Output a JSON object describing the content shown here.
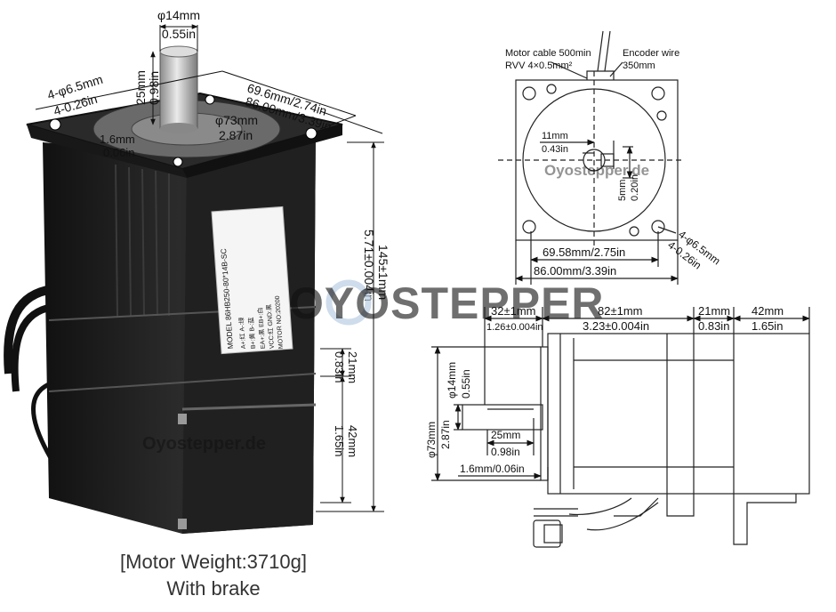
{
  "photo": {
    "shaft_dia": "φ14mm",
    "shaft_dia_in": "0.55in",
    "shaft_len": "25mm",
    "shaft_len_in": "0.98in",
    "hole": "4-φ6.5mm",
    "hole_in": "4-0.26in",
    "bolt_circle": "69.6mm/2.74in",
    "flange": "86.00mm/3.39in",
    "boss_dia": "φ73mm",
    "boss_dia_in": "2.87in",
    "boss_h": "1.6mm",
    "boss_h_in": "0.06in",
    "total_len": "145±1mm",
    "total_len_in": "5.71±0.004in",
    "brake_len": "21mm",
    "brake_len_in": "0.83in",
    "encoder_len": "42mm",
    "encoder_len_in": "1.65in",
    "label_model": "MODEL 86HB250-80*14B-SC",
    "label_lines": [
      "A+:红 A-:绿",
      "B+:黄 B-:蓝",
      "EA+:黑 EB+:白",
      "VCC:红 GND:黑",
      "MOTOR NO:20200"
    ],
    "watermark": "Oyostepper.de"
  },
  "caption": {
    "line1": "[Motor Weight:3710g]",
    "line2": "With brake"
  },
  "front": {
    "cable_label": "Motor cable 500min",
    "cable_spec": "RVV 4×0.5mm²",
    "encoder_label": "Encoder wire",
    "encoder_len": "350mm",
    "key_w": "11mm",
    "key_w_in": "0.43in",
    "key_h": "5mm",
    "key_h_in": "0.20in",
    "hole": "4-φ6.5mm",
    "hole_in": "4-0.26in",
    "bolt": "69.58mm/2.75in",
    "flange": "86.00mm/3.39in",
    "watermark": "Oyostepper.de"
  },
  "side": {
    "shaft_len": "32±1mm",
    "shaft_len_in": "1.26±0.004in",
    "body_len": "82±1mm",
    "body_len_in": "3.23±0.004in",
    "brake_len": "21mm",
    "brake_len_in": "0.83in",
    "enc_len": "42mm",
    "enc_len_in": "1.65in",
    "shaft_dia": "φ14mm",
    "shaft_dia_in": "0.55in",
    "boss_dia": "φ73mm",
    "boss_dia_in": "2.87in",
    "flat_len": "25mm",
    "flat_len_in": "0.98in",
    "boss_h": "1.6mm/0.06in"
  },
  "watermark_big": "OYOSTEPPER",
  "colors": {
    "body": "#1b1b1b",
    "body_light": "#3a3a3a",
    "line": "#222222",
    "watermark": "#b9cde2"
  }
}
